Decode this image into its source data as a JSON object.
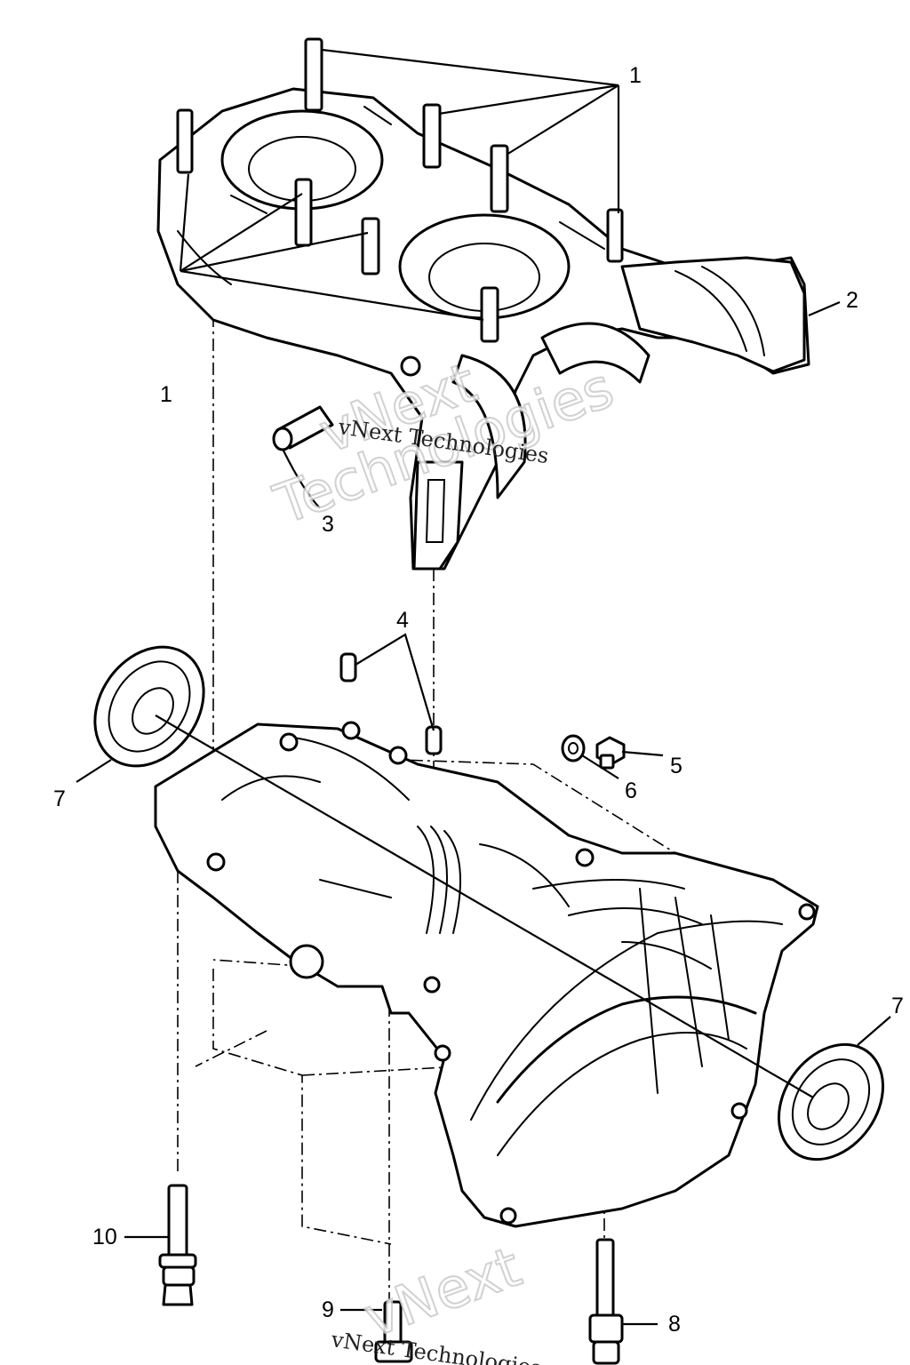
{
  "callouts": {
    "c1_top": "1",
    "c1_left": "1",
    "c2": "2",
    "c3": "3",
    "c4": "4",
    "c5": "5",
    "c6": "6",
    "c7_left": "7",
    "c7_right": "7",
    "c8": "8",
    "c9": "9",
    "c10": "10"
  },
  "watermark": {
    "line1": "vNext",
    "line2": "Technologies",
    "caption": "vNext Technologies"
  }
}
